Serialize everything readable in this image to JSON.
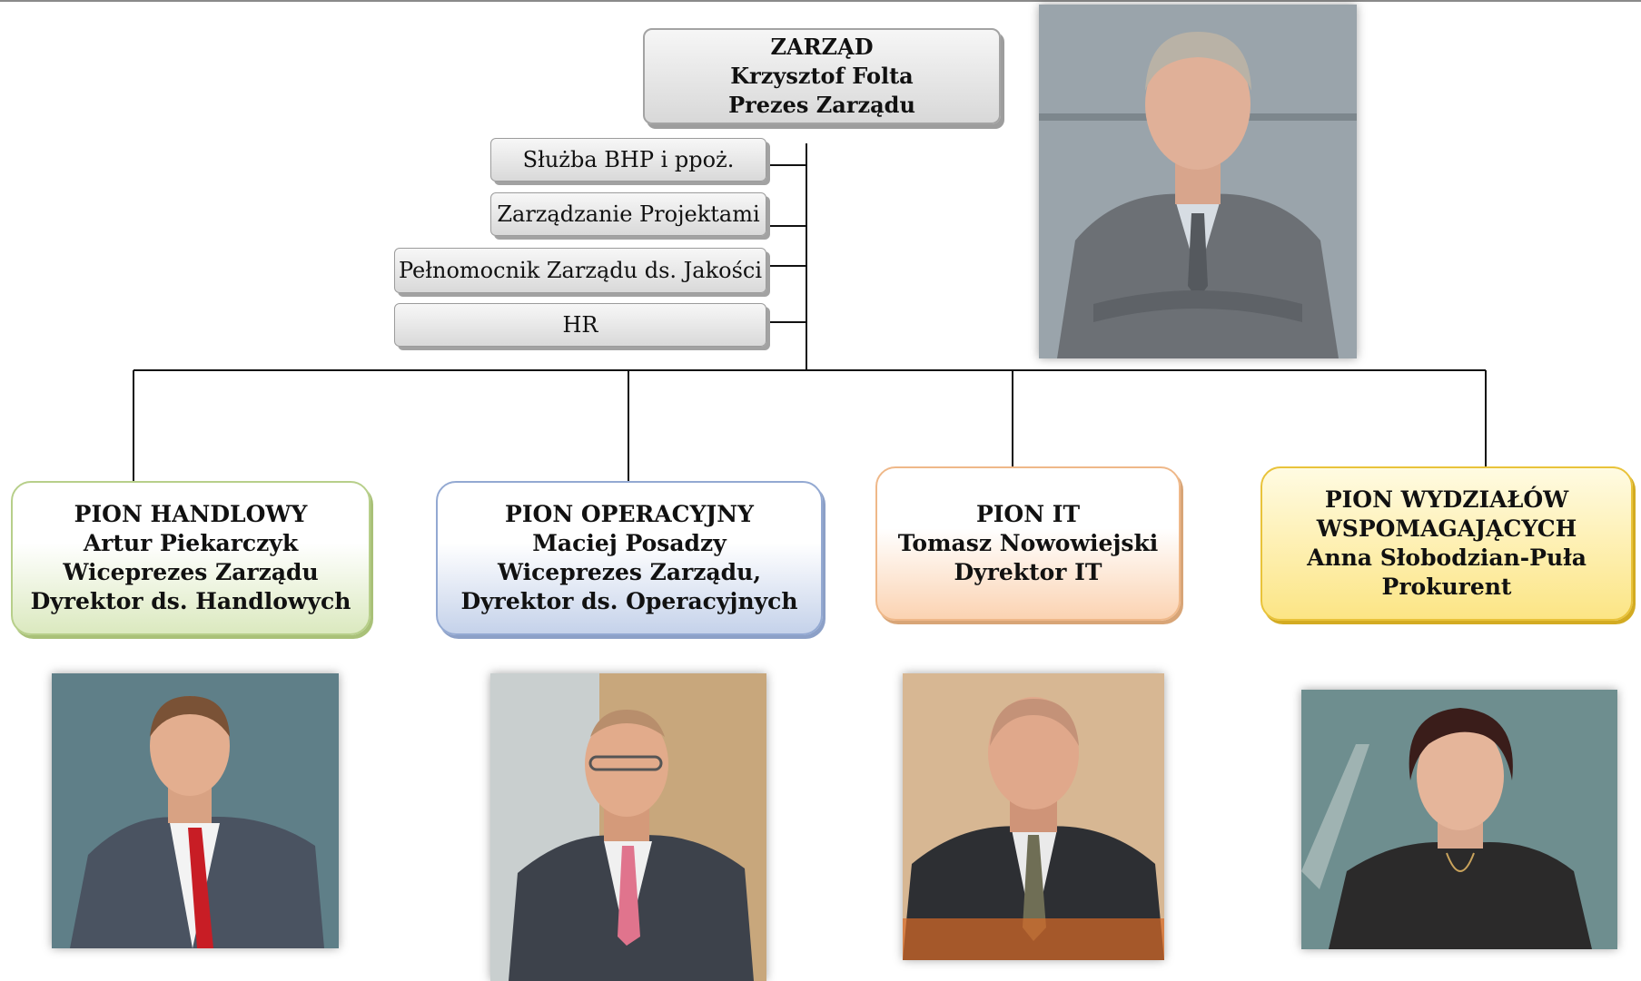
{
  "board": {
    "line1": "ZARZĄD",
    "line2": "Krzysztof Folta",
    "line3": "Prezes Zarządu"
  },
  "staff_units": [
    {
      "label": "Służba BHP i ppoż."
    },
    {
      "label": "Zarządzanie Projektami"
    },
    {
      "label": "Pełnomocnik Zarządu ds. Jakości"
    },
    {
      "label": "HR"
    }
  ],
  "divisions": [
    {
      "lines": [
        "PION HANDLOWY",
        "Artur Piekarczyk",
        "Wiceprezes Zarządu",
        "Dyrektor ds. Handlowych"
      ],
      "color": "#dbe9bf"
    },
    {
      "lines": [
        "PION OPERACYJNY",
        "Maciej Posadzy",
        "Wiceprezes Zarządu,",
        "Dyrektor ds. Operacyjnych"
      ],
      "color": "#c5d2ea"
    },
    {
      "lines": [
        "PION IT",
        "Tomasz Nowowiejski",
        "Dyrektor IT"
      ],
      "color": "#fbd3b2"
    },
    {
      "lines": [
        "PION WYDZIAŁÓW",
        "WSPOMAGAJĄCYCH",
        "Anna Słobodzian-Puła",
        "Prokurent"
      ],
      "color": "#fce585"
    }
  ]
}
